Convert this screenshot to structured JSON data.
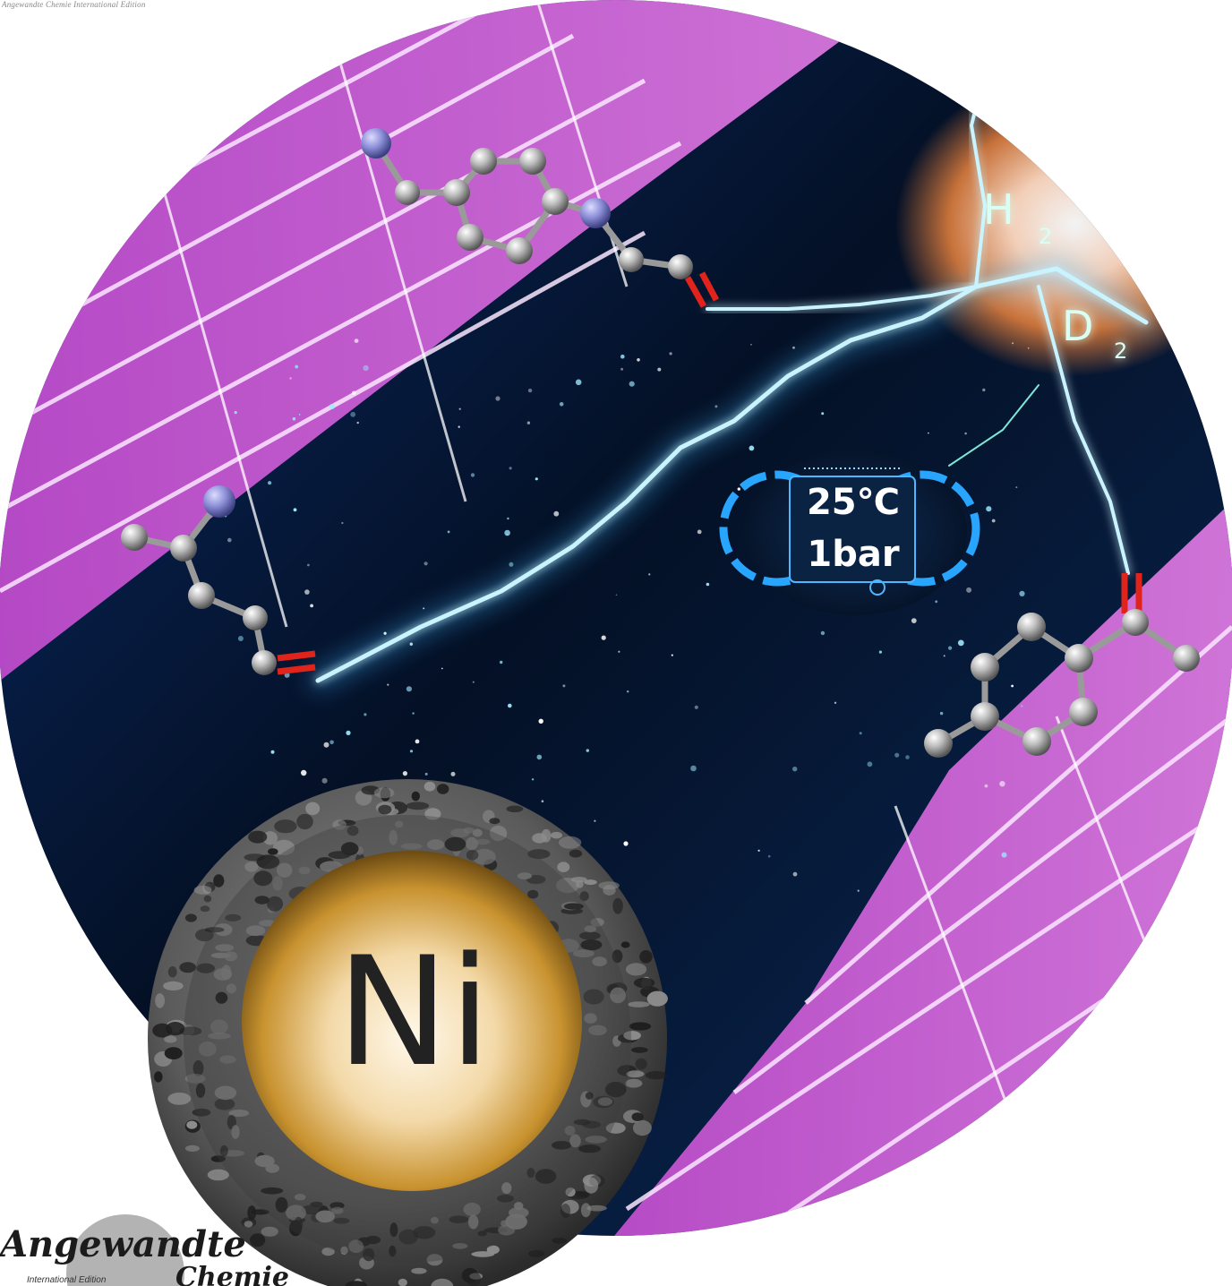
{
  "header": {
    "tagline": "Angewandte Chemie International Edition"
  },
  "labels": {
    "gas_primary": "H",
    "gas_primary_sub": "2",
    "gas_secondary": "D",
    "gas_secondary_sub": "2",
    "temperature": "25℃",
    "pressure": "1bar",
    "metal": "Ni"
  },
  "logo": {
    "word1": "Angewandte",
    "word2": "Chemie",
    "edition": "International Edition"
  },
  "colors": {
    "space": "#041025",
    "magenta": "#d35bd8",
    "lightning": "#9fe8ff",
    "atom_carbon": "#b8b8b8",
    "atom_nitrogen": "#8d8fd8",
    "atom_oxygen": "#e0241b",
    "gold": "#c8922f",
    "shell": "#5e5e5e",
    "gas_glow": "#4ff5c7"
  }
}
